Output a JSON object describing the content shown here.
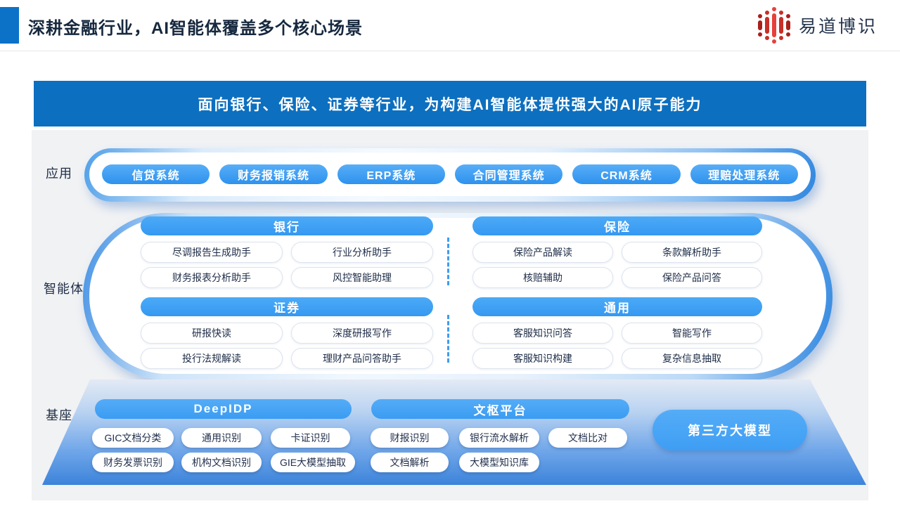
{
  "header": {
    "title": "深耕金融行业，AI智能体覆盖多个核心场景",
    "logo_text": "易道博识"
  },
  "banner": {
    "text": "面向银行、保险、证券等行业，为构建AI智能体提供强大的AI原子能力"
  },
  "section_labels": {
    "apps": "应用",
    "agents": "智能体",
    "base": "基座"
  },
  "apps": [
    "信贷系统",
    "财务报销系统",
    "ERP系统",
    "合同管理系统",
    "CRM系统",
    "理赔处理系统"
  ],
  "agent_groups": [
    {
      "name": "银行",
      "items": [
        "尽调报告生成助手",
        "行业分析助手",
        "财务报表分析助手",
        "风控智能助理"
      ]
    },
    {
      "name": "保险",
      "items": [
        "保险产品解读",
        "条款解析助手",
        "核赔辅助",
        "保险产品问答"
      ]
    },
    {
      "name": "证券",
      "items": [
        "研报快读",
        "深度研报写作",
        "投行法规解读",
        "理财产品问答助手"
      ]
    },
    {
      "name": "通用",
      "items": [
        "客服知识问答",
        "智能写作",
        "客服知识构建",
        "复杂信息抽取"
      ]
    }
  ],
  "base": {
    "platforms": [
      {
        "name": "DeepIDP",
        "items": [
          "GIC文档分类",
          "通用识别",
          "卡证识别",
          "财务发票识别",
          "机构文档识别",
          "GIE大模型抽取"
        ]
      },
      {
        "name": "文枢平台",
        "items": [
          "财报识别",
          "银行流水解析",
          "文档比对",
          "文档解析",
          "大模型知识库"
        ]
      }
    ],
    "third_party": "第三方大模型"
  },
  "colors": {
    "accent_blue": "#0b72c8",
    "banner_blue": "#0d6fbf",
    "pill_blue": "#3e9ff3",
    "deep_blue": "#2f86e0",
    "panel_gray": "#f1f2f4",
    "text_dark": "#1c2b45",
    "logo_red": "#e8403a"
  }
}
